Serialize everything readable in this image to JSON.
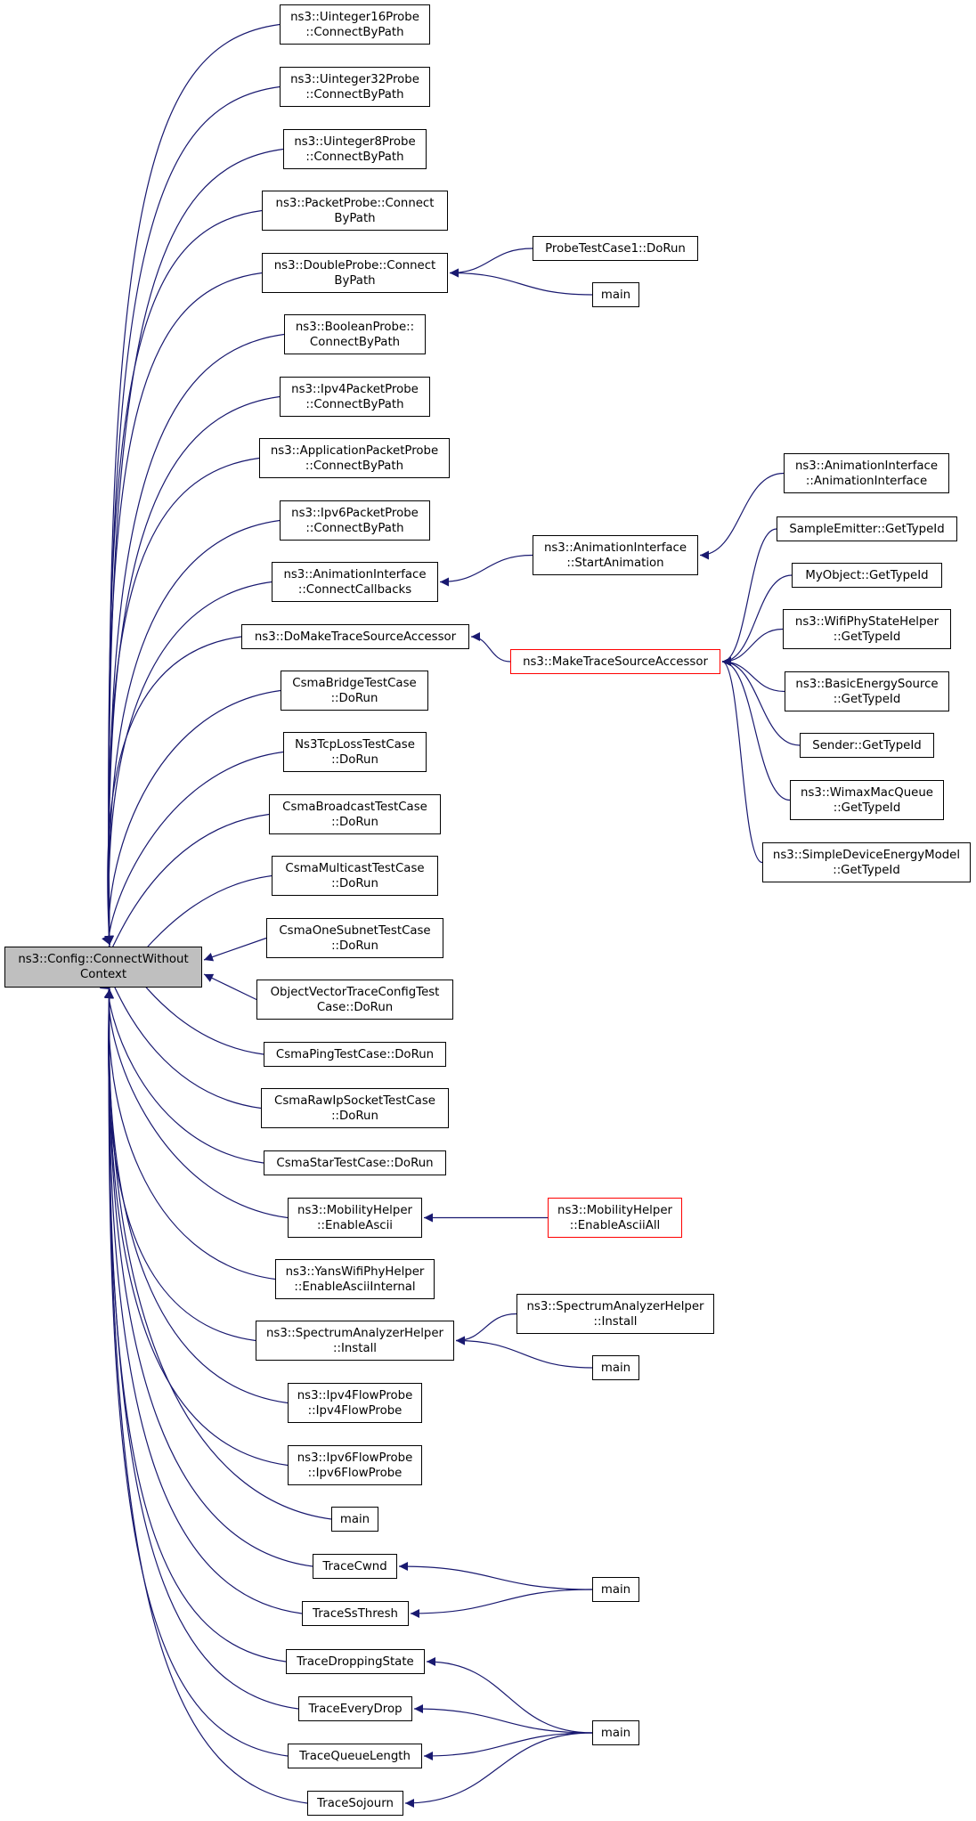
{
  "colors": {
    "edge": "#191970",
    "node_border": "#000000",
    "root_fill": "#bfbfbf",
    "highlight_border": "#ff0000"
  },
  "root": {
    "id": "root",
    "lines": [
      "ns3::Config::ConnectWithout",
      "Context"
    ]
  },
  "nodes": [
    {
      "id": "u16",
      "lines": [
        "ns3::Uinteger16Probe",
        "::ConnectByPath"
      ]
    },
    {
      "id": "u32",
      "lines": [
        "ns3::Uinteger32Probe",
        "::ConnectByPath"
      ]
    },
    {
      "id": "u8",
      "lines": [
        "ns3::Uinteger8Probe",
        "::ConnectByPath"
      ]
    },
    {
      "id": "packetprobe",
      "lines": [
        "ns3::PacketProbe::Connect",
        "ByPath"
      ]
    },
    {
      "id": "doubleprobe",
      "lines": [
        "ns3::DoubleProbe::Connect",
        "ByPath"
      ]
    },
    {
      "id": "probetest",
      "lines": [
        "ProbeTestCase1::DoRun"
      ]
    },
    {
      "id": "main1",
      "lines": [
        "main"
      ]
    },
    {
      "id": "boolprobe",
      "lines": [
        "ns3::BooleanProbe::",
        "ConnectByPath"
      ]
    },
    {
      "id": "ipv4pkt",
      "lines": [
        "ns3::Ipv4PacketProbe",
        "::ConnectByPath"
      ]
    },
    {
      "id": "apppkt",
      "lines": [
        "ns3::ApplicationPacketProbe",
        "::ConnectByPath"
      ]
    },
    {
      "id": "ipv6pkt",
      "lines": [
        "ns3::Ipv6PacketProbe",
        "::ConnectByPath"
      ]
    },
    {
      "id": "animcb",
      "lines": [
        "ns3::AnimationInterface",
        "::ConnectCallbacks"
      ]
    },
    {
      "id": "animstart",
      "lines": [
        "ns3::AnimationInterface",
        "::StartAnimation"
      ]
    },
    {
      "id": "animctor",
      "lines": [
        "ns3::AnimationInterface",
        "::AnimationInterface"
      ]
    },
    {
      "id": "domake",
      "lines": [
        "ns3::DoMakeTraceSourceAccessor"
      ]
    },
    {
      "id": "maketsa",
      "lines": [
        "ns3::MakeTraceSourceAccessor"
      ],
      "highlight": true
    },
    {
      "id": "sampleem",
      "lines": [
        "SampleEmitter::GetTypeId"
      ]
    },
    {
      "id": "myobject",
      "lines": [
        "MyObject::GetTypeId"
      ]
    },
    {
      "id": "wifiphystate",
      "lines": [
        "ns3::WifiPhyStateHelper",
        "::GetTypeId"
      ]
    },
    {
      "id": "basicenergy",
      "lines": [
        "ns3::BasicEnergySource",
        "::GetTypeId"
      ]
    },
    {
      "id": "sender",
      "lines": [
        "Sender::GetTypeId"
      ]
    },
    {
      "id": "wimaxq",
      "lines": [
        "ns3::WimaxMacQueue",
        "::GetTypeId"
      ]
    },
    {
      "id": "simpledev",
      "lines": [
        "ns3::SimpleDeviceEnergyModel",
        "::GetTypeId"
      ]
    },
    {
      "id": "csmabridge",
      "lines": [
        "CsmaBridgeTestCase",
        "::DoRun"
      ]
    },
    {
      "id": "ns3tcploss",
      "lines": [
        "Ns3TcpLossTestCase",
        "::DoRun"
      ]
    },
    {
      "id": "csmabcast",
      "lines": [
        "CsmaBroadcastTestCase",
        "::DoRun"
      ]
    },
    {
      "id": "csmamcast",
      "lines": [
        "CsmaMulticastTestCase",
        "::DoRun"
      ]
    },
    {
      "id": "csmaone",
      "lines": [
        "CsmaOneSubnetTestCase",
        "::DoRun"
      ]
    },
    {
      "id": "objvec",
      "lines": [
        "ObjectVectorTraceConfigTest",
        "Case::DoRun"
      ]
    },
    {
      "id": "csmaping",
      "lines": [
        "CsmaPingTestCase::DoRun"
      ]
    },
    {
      "id": "csmaraw",
      "lines": [
        "CsmaRawIpSocketTestCase",
        "::DoRun"
      ]
    },
    {
      "id": "csmastar",
      "lines": [
        "CsmaStarTestCase::DoRun"
      ]
    },
    {
      "id": "mobascii",
      "lines": [
        "ns3::MobilityHelper",
        "::EnableAscii"
      ]
    },
    {
      "id": "mobasciiall",
      "lines": [
        "ns3::MobilityHelper",
        "::EnableAsciiAll"
      ],
      "highlight": true
    },
    {
      "id": "yans",
      "lines": [
        "ns3::YansWifiPhyHelper",
        "::EnableAsciiInternal"
      ]
    },
    {
      "id": "specinst",
      "lines": [
        "ns3::SpectrumAnalyzerHelper",
        "::Install"
      ]
    },
    {
      "id": "specinst2",
      "lines": [
        "ns3::SpectrumAnalyzerHelper",
        "::Install"
      ]
    },
    {
      "id": "main2",
      "lines": [
        "main"
      ]
    },
    {
      "id": "ipv4flow",
      "lines": [
        "ns3::Ipv4FlowProbe",
        "::Ipv4FlowProbe"
      ]
    },
    {
      "id": "ipv6flow",
      "lines": [
        "ns3::Ipv6FlowProbe",
        "::Ipv6FlowProbe"
      ]
    },
    {
      "id": "main3",
      "lines": [
        "main"
      ]
    },
    {
      "id": "tracecwnd",
      "lines": [
        "TraceCwnd"
      ]
    },
    {
      "id": "tracess",
      "lines": [
        "TraceSsThresh"
      ]
    },
    {
      "id": "main4",
      "lines": [
        "main"
      ]
    },
    {
      "id": "tracedrop",
      "lines": [
        "TraceDroppingState"
      ]
    },
    {
      "id": "traceevery",
      "lines": [
        "TraceEveryDrop"
      ]
    },
    {
      "id": "traceqlen",
      "lines": [
        "TraceQueueLength"
      ]
    },
    {
      "id": "tracesoj",
      "lines": [
        "TraceSojourn"
      ]
    },
    {
      "id": "main5",
      "lines": [
        "main"
      ]
    }
  ],
  "edges": [
    [
      "u16",
      "root"
    ],
    [
      "u32",
      "root"
    ],
    [
      "u8",
      "root"
    ],
    [
      "packetprobe",
      "root"
    ],
    [
      "doubleprobe",
      "root"
    ],
    [
      "boolprobe",
      "root"
    ],
    [
      "ipv4pkt",
      "root"
    ],
    [
      "apppkt",
      "root"
    ],
    [
      "ipv6pkt",
      "root"
    ],
    [
      "animcb",
      "root"
    ],
    [
      "domake",
      "root"
    ],
    [
      "csmabridge",
      "root"
    ],
    [
      "ns3tcploss",
      "root"
    ],
    [
      "csmabcast",
      "root"
    ],
    [
      "csmamcast",
      "root"
    ],
    [
      "csmaone",
      "root"
    ],
    [
      "objvec",
      "root"
    ],
    [
      "csmaping",
      "root"
    ],
    [
      "csmaraw",
      "root"
    ],
    [
      "csmastar",
      "root"
    ],
    [
      "mobascii",
      "root"
    ],
    [
      "yans",
      "root"
    ],
    [
      "specinst",
      "root"
    ],
    [
      "ipv4flow",
      "root"
    ],
    [
      "ipv6flow",
      "root"
    ],
    [
      "main3",
      "root"
    ],
    [
      "tracecwnd",
      "root"
    ],
    [
      "tracess",
      "root"
    ],
    [
      "tracedrop",
      "root"
    ],
    [
      "traceevery",
      "root"
    ],
    [
      "traceqlen",
      "root"
    ],
    [
      "tracesoj",
      "root"
    ],
    [
      "probetest",
      "doubleprobe"
    ],
    [
      "main1",
      "doubleprobe"
    ],
    [
      "animstart",
      "animcb"
    ],
    [
      "animctor",
      "animstart"
    ],
    [
      "maketsa",
      "domake"
    ],
    [
      "sampleem",
      "maketsa"
    ],
    [
      "myobject",
      "maketsa"
    ],
    [
      "wifiphystate",
      "maketsa"
    ],
    [
      "basicenergy",
      "maketsa"
    ],
    [
      "sender",
      "maketsa"
    ],
    [
      "wimaxq",
      "maketsa"
    ],
    [
      "simpledev",
      "maketsa"
    ],
    [
      "mobasciiall",
      "mobascii"
    ],
    [
      "specinst2",
      "specinst"
    ],
    [
      "main2",
      "specinst"
    ],
    [
      "main4",
      "tracecwnd"
    ],
    [
      "main4",
      "tracess"
    ],
    [
      "main5",
      "tracedrop"
    ],
    [
      "main5",
      "traceevery"
    ],
    [
      "main5",
      "traceqlen"
    ],
    [
      "main5",
      "tracesoj"
    ]
  ]
}
